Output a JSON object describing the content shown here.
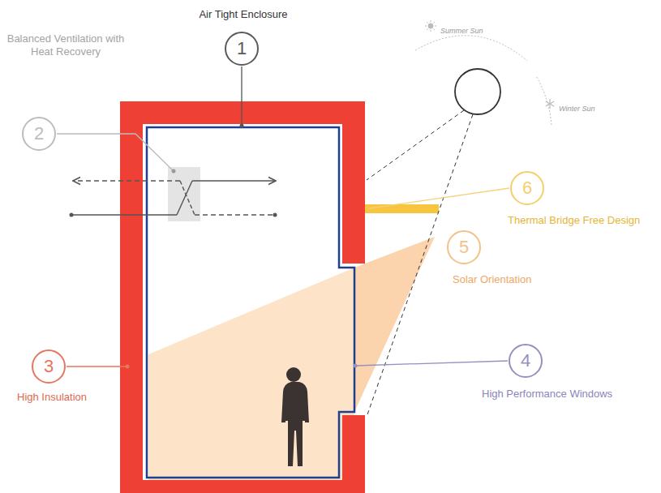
{
  "diagram": {
    "nodes": [
      {
        "text": [
          "Air Tight Enclosure",
          "1"
        ]
      },
      {
        "text": [
          "Balanced Ventilation with Heat Recovery",
          "2"
        ]
      },
      {
        "text": [
          "3",
          "High Insulation"
        ]
      },
      {
        "text": [
          "4",
          "High Performance Windows"
        ]
      },
      {
        "text": [
          "5",
          "Solar Orientation"
        ]
      },
      {
        "text": [
          "6",
          "Thermal Bridge Free Design"
        ]
      }
    ],
    "labels": [
      "Summer Sun",
      "Winter Sun"
    ]
  }
}
